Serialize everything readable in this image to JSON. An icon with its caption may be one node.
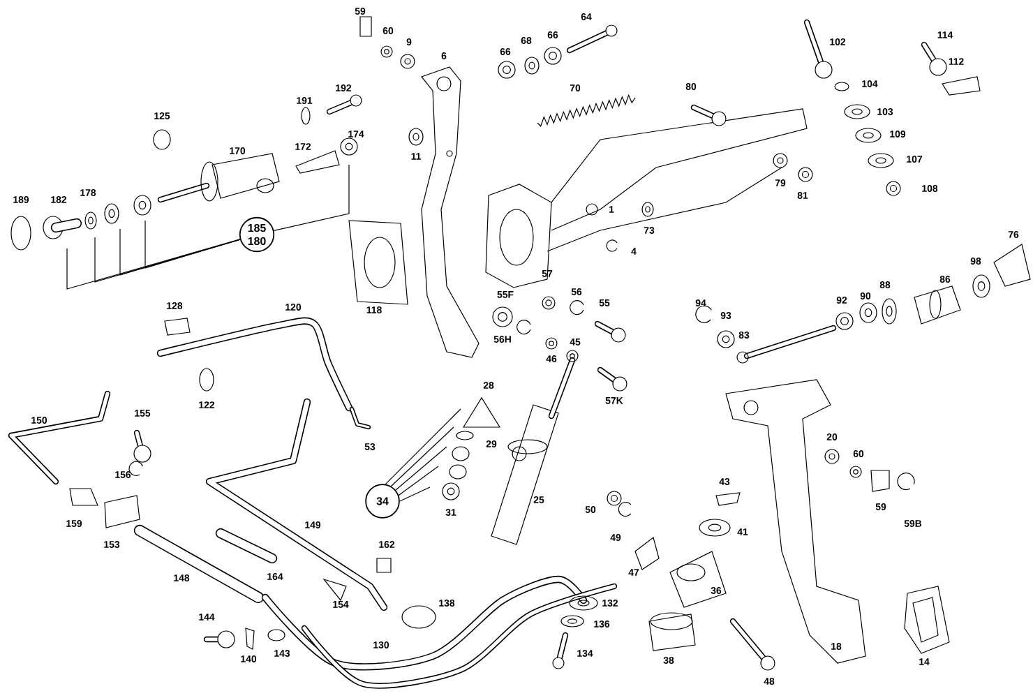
{
  "diagram": {
    "nodes": [
      {
        "text": [
          "185",
          "180"
        ]
      },
      {
        "text": [
          "34"
        ]
      }
    ],
    "edges": [
      {
        "from": 0,
        "to": null,
        "arrow": "none"
      },
      {
        "from": 0,
        "to": null,
        "arrow": "none"
      },
      {
        "from": 0,
        "to": null,
        "arrow": "none"
      },
      {
        "from": 0,
        "to": null,
        "arrow": "none"
      },
      {
        "from": 0,
        "to": null,
        "arrow": "none"
      },
      {
        "from": 1,
        "to": null,
        "arrow": "none"
      },
      {
        "from": 1,
        "to": null,
        "arrow": "none"
      },
      {
        "from": 1,
        "to": null,
        "arrow": "none"
      },
      {
        "from": 1,
        "to": null,
        "arrow": "none"
      },
      {
        "from": 1,
        "to": null,
        "arrow": "none"
      }
    ],
    "labels": [
      "59",
      "60",
      "9",
      "6",
      "66",
      "68",
      "66",
      "64",
      "102",
      "114",
      "112",
      "192",
      "191",
      "125",
      "70",
      "80",
      "104",
      "103",
      "170",
      "172",
      "174",
      "11",
      "109",
      "107",
      "79",
      "81",
      "108",
      "1",
      "73",
      "189",
      "182",
      "178",
      "4",
      "76",
      "98",
      "86",
      "88",
      "90",
      "92",
      "94",
      "93",
      "83",
      "118",
      "57",
      "56",
      "55F",
      "55",
      "56H",
      "45",
      "46",
      "128",
      "120",
      "57K",
      "28",
      "29",
      "53",
      "20",
      "60",
      "150",
      "155",
      "122",
      "156",
      "159",
      "153",
      "43",
      "149",
      "31",
      "25",
      "50",
      "49",
      "41",
      "59",
      "59B",
      "162",
      "47",
      "148",
      "164",
      "36",
      "154",
      "138",
      "132",
      "136",
      "144",
      "130",
      "134",
      "140",
      "143",
      "38",
      "18",
      "14",
      "48"
    ]
  }
}
